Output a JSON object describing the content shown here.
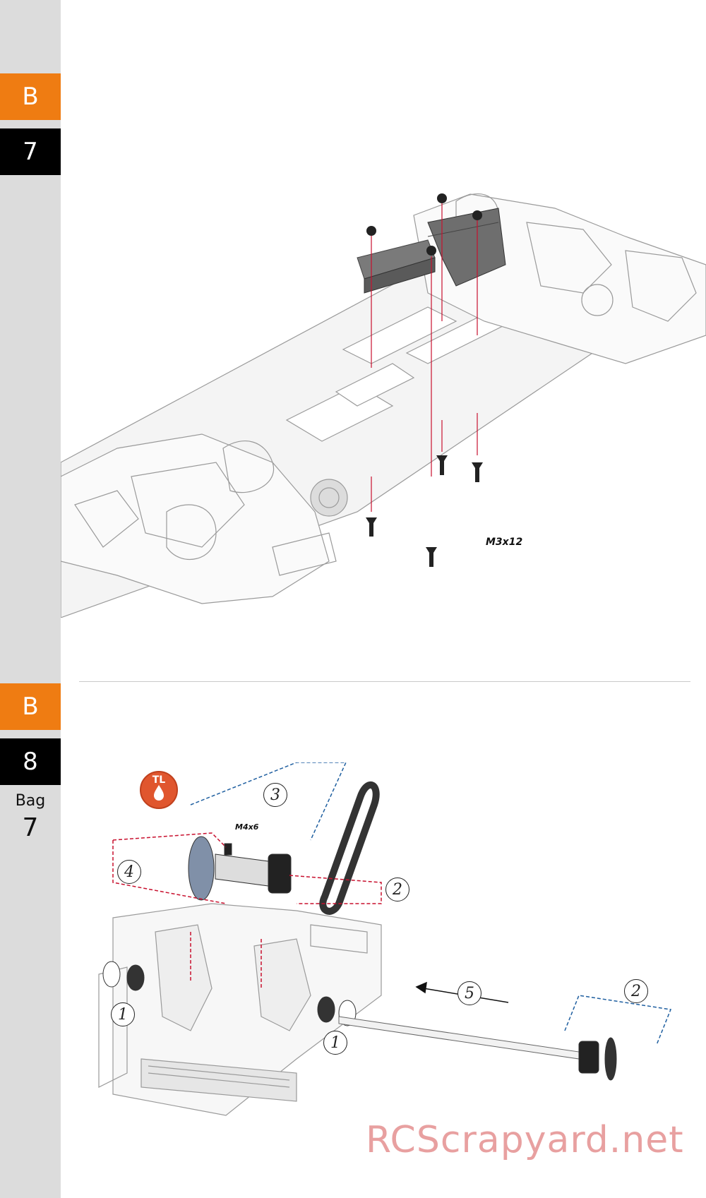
{
  "sidebar": {
    "steps": [
      {
        "section": "B",
        "number": "7"
      },
      {
        "section": "B",
        "number": "8"
      }
    ],
    "bag": {
      "label": "Bag",
      "number": "7"
    }
  },
  "step7": {
    "screw_label": "M3x12"
  },
  "step8": {
    "screw_label": "M4x6",
    "badge": "TL",
    "callouts": [
      "3",
      "4",
      "2",
      "1",
      "1",
      "5",
      "2"
    ]
  },
  "watermark": "RCScrapyard.net",
  "colors": {
    "accent_orange": "#ef7c12",
    "tab_black": "#000000",
    "sidebar_gray": "#dcdcdc",
    "guide_red": "#c8102e",
    "guide_blue": "#1f5fa0",
    "badge_red": "#e0562e"
  }
}
